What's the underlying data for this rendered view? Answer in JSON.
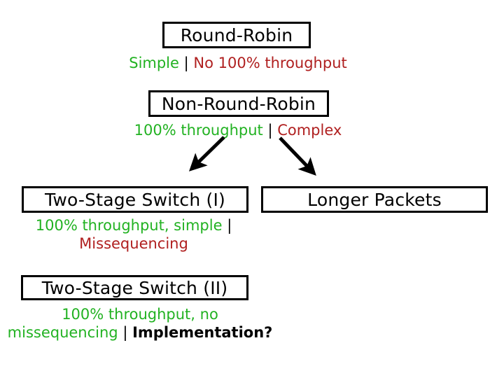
{
  "slide": {
    "background": "#ffffff",
    "colors": {
      "pro": "#22b222",
      "con": "#b02020",
      "outline": "#000000",
      "question": "#000000"
    },
    "nodes": [
      {
        "id": "round-robin",
        "label": "Round-Robin",
        "caption": {
          "pro": "Simple",
          "sep": "|",
          "con": "No 100% throughput"
        }
      },
      {
        "id": "non-round-robin",
        "label": "Non-Round-Robin",
        "caption": {
          "pro": "100% throughput",
          "sep": "|",
          "con": "Complex"
        }
      },
      {
        "id": "two-stage-switch-1",
        "label": "Two-Stage Switch (I)",
        "caption": {
          "pro": "100% throughput, simple",
          "sep": "|",
          "con": "Missequencing"
        }
      },
      {
        "id": "longer-packets",
        "label": "Longer Packets",
        "caption": null
      },
      {
        "id": "two-stage-switch-2",
        "label": "Two-Stage Switch (II)",
        "caption": {
          "pro_line1": "100% throughput, no",
          "pro_line2": "missequencing",
          "sep": "|",
          "question": "Implementation?"
        }
      }
    ],
    "arrows": [
      {
        "id": "arrow-to-two-stage-switch-1",
        "direction": "down-left"
      },
      {
        "id": "arrow-to-longer-packets",
        "direction": "down-right"
      }
    ]
  }
}
